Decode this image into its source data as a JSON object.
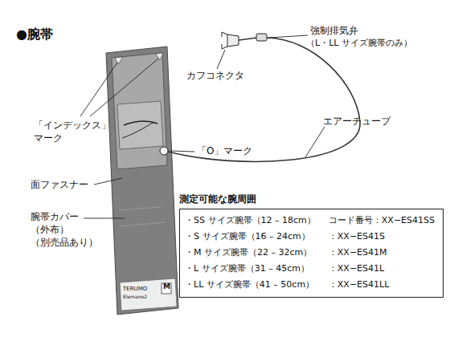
{
  "diagram": {
    "title": "●腕帯",
    "nodes": [
      {
        "text": [
          "測定可能な腕周囲",
          "・SS サイズ腕帯（12 – 18cm）",
          "コード番号：XX−ES41SS",
          "・S サイズ腕帯（16 – 24cm）",
          "：XX−ES41S",
          "・M サイズ腕帯（22 – 32cm）",
          "：XX−ES41M",
          "・L サイズ腕帯（31 – 45cm）",
          "：XX−ES41L",
          "・LL サイズ腕帯（41 – 50cm）",
          "：XX−ES41LL"
        ]
      }
    ],
    "labels": [
      "強制排気弁",
      "（L・LL サイズ腕帯のみ）",
      "カフコネクタ",
      "「インデックス」 マーク",
      "エアーチューブ",
      "「O」マーク",
      "面ファスナー",
      "腕帯カバー （外布） （別売品あり）",
      "TERUMO",
      "Elemano2",
      "M"
    ]
  }
}
